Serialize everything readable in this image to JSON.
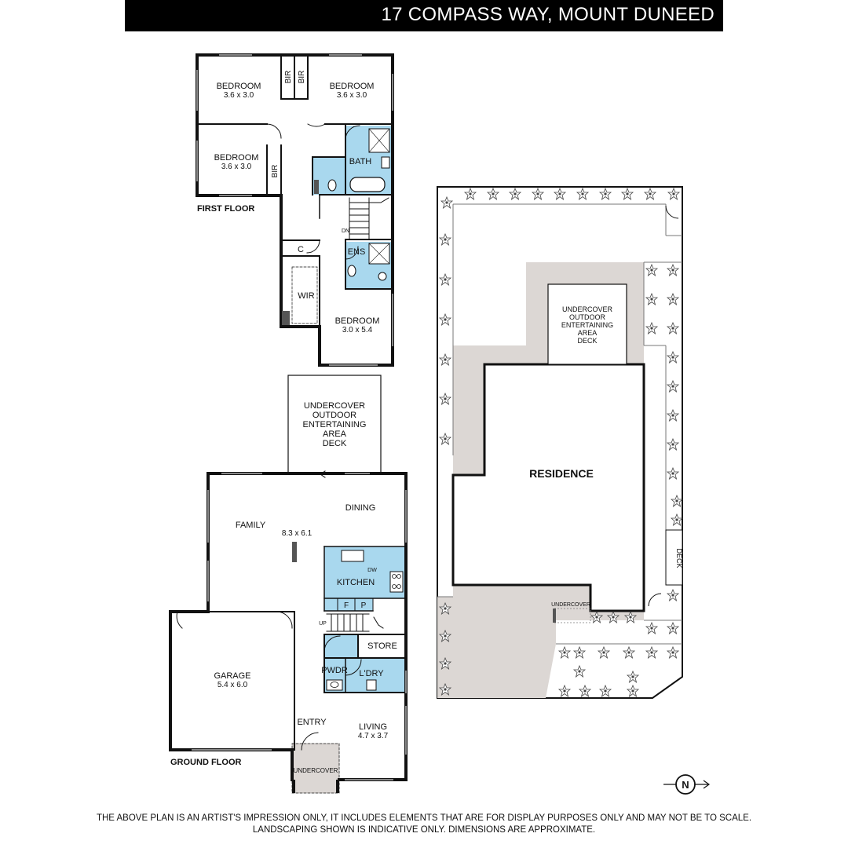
{
  "header": {
    "address": "17 COMPASS WAY, MOUNT DUNEED"
  },
  "first_floor": {
    "label": "FIRST FLOOR",
    "rooms": {
      "bed1_name": "BEDROOM",
      "bed1_dim": "3.6 x 3.0",
      "bed2_name": "BEDROOM",
      "bed2_dim": "3.6 x 3.0",
      "bed3_name": "BEDROOM",
      "bed3_dim": "3.6 x 3.0",
      "bed4_name": "BEDROOM",
      "bed4_dim": "3.0 x 5.4",
      "bir": "BIR",
      "bath": "BATH",
      "ens": "ENS",
      "cupboard": "C",
      "wir": "WIR",
      "stair_dn": "DN"
    }
  },
  "ground_floor": {
    "label": "GROUND FLOOR",
    "outdoor_deck": [
      "UNDERCOVER",
      "OUTDOOR",
      "ENTERTAINING",
      "AREA",
      "DECK"
    ],
    "rooms": {
      "family": "FAMILY",
      "family_dim": "8.3 x 6.1",
      "dining": "DINING",
      "kitchen": "KITCHEN",
      "dw": "DW",
      "fridge": "F",
      "pantry": "P",
      "stair_up": "UP",
      "store": "STORE",
      "pwdr": "PWDR",
      "laundry": "L'DRY",
      "garage": "GARAGE",
      "garage_dim": "5.4 x 6.0",
      "entry": "ENTRY",
      "living": "LIVING",
      "living_dim": "4.7 x 3.7",
      "undercover": "UNDERCOVER"
    }
  },
  "site_plan": {
    "residence": "RESIDENCE",
    "outdoor_deck": [
      "UNDERCOVER",
      "OUTDOOR",
      "ENTERTAINING",
      "AREA",
      "DECK"
    ],
    "deck": "DECK",
    "undercover": "UNDERCOVER",
    "north": "N"
  },
  "colors": {
    "wet_area": "#a9d8ee",
    "paving": "#dcd7d4",
    "wall": "#111111",
    "title_bar": "#000000"
  },
  "disclaimer": {
    "line1": "THE ABOVE PLAN IS AN ARTIST'S IMPRESSION ONLY, IT INCLUDES ELEMENTS THAT ARE FOR DISPLAY PURPOSES ONLY AND MAY NOT BE TO SCALE.",
    "line2": "LANDSCAPING SHOWN IS INDICATIVE ONLY. DIMENSIONS ARE APPROXIMATE."
  }
}
